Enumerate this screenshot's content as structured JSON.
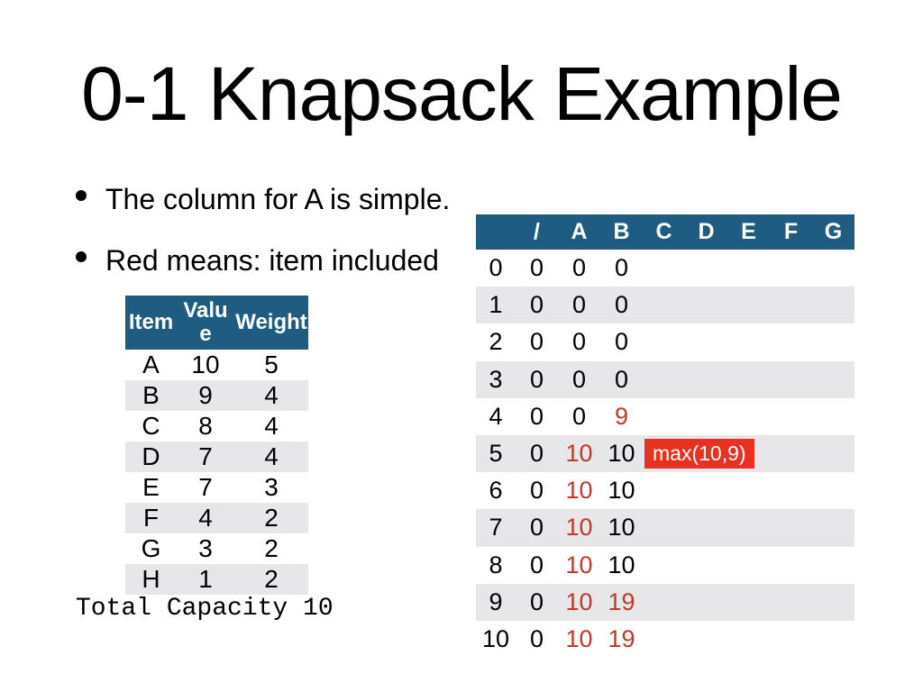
{
  "slide": {
    "title": "0-1 Knapsack Example",
    "bullets": [
      "The column for A is simple.",
      "Red means: item included"
    ],
    "total_capacity_label": "Total Capacity 10"
  },
  "colors": {
    "header_bg": "#1E5C82",
    "alt_row_bg": "#E7E7E9",
    "red_text": "#C0392B",
    "highlight_bg": "#E8311F",
    "highlight_text": "#FFFFFF",
    "body_text": "#000000"
  },
  "items_table": {
    "headers": [
      "Item",
      "Value",
      "Weight"
    ],
    "rows": [
      {
        "item": "A",
        "value": "10",
        "weight": "5"
      },
      {
        "item": "B",
        "value": "9",
        "weight": "4"
      },
      {
        "item": "C",
        "value": "8",
        "weight": "4"
      },
      {
        "item": "D",
        "value": "7",
        "weight": "4"
      },
      {
        "item": "E",
        "value": "7",
        "weight": "3"
      },
      {
        "item": "F",
        "value": "4",
        "weight": "2"
      },
      {
        "item": "G",
        "value": "3",
        "weight": "2"
      },
      {
        "item": "H",
        "value": "1",
        "weight": "2"
      }
    ]
  },
  "dp_table": {
    "columns": [
      "",
      "/",
      "A",
      "B",
      "C",
      "D",
      "E",
      "F",
      "G"
    ],
    "rows": [
      {
        "label": "0",
        "values": [
          "0",
          "0",
          "0"
        ],
        "red": [
          false,
          false,
          false
        ]
      },
      {
        "label": "1",
        "values": [
          "0",
          "0",
          "0"
        ],
        "red": [
          false,
          false,
          false
        ]
      },
      {
        "label": "2",
        "values": [
          "0",
          "0",
          "0"
        ],
        "red": [
          false,
          false,
          false
        ]
      },
      {
        "label": "3",
        "values": [
          "0",
          "0",
          "0"
        ],
        "red": [
          false,
          false,
          false
        ]
      },
      {
        "label": "4",
        "values": [
          "0",
          "0",
          "9"
        ],
        "red": [
          false,
          false,
          true
        ]
      },
      {
        "label": "5",
        "values": [
          "0",
          "10",
          "10"
        ],
        "red": [
          false,
          true,
          false
        ],
        "annotation": "max(10,9)"
      },
      {
        "label": "6",
        "values": [
          "0",
          "10",
          "10"
        ],
        "red": [
          false,
          true,
          false
        ]
      },
      {
        "label": "7",
        "values": [
          "0",
          "10",
          "10"
        ],
        "red": [
          false,
          true,
          false
        ]
      },
      {
        "label": "8",
        "values": [
          "0",
          "10",
          "10"
        ],
        "red": [
          false,
          true,
          false
        ]
      },
      {
        "label": "9",
        "values": [
          "0",
          "10",
          "19"
        ],
        "red": [
          false,
          true,
          true
        ]
      },
      {
        "label": "10",
        "values": [
          "0",
          "10",
          "19"
        ],
        "red": [
          false,
          true,
          true
        ]
      }
    ]
  }
}
